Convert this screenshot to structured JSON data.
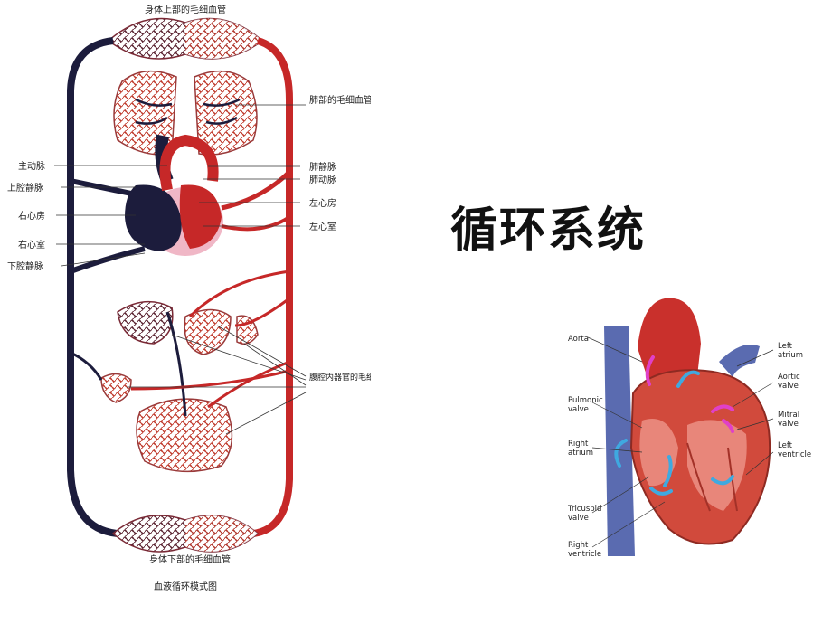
{
  "slide": {
    "title": "循环系统"
  },
  "circulation_diagram": {
    "top_label": "身体上部的毛细血管",
    "bottom_label": "身体下部的毛细血管",
    "caption": "血液循环模式图",
    "left_labels": {
      "aorta": "主动脉",
      "superior_vena_cava": "上腔静脉",
      "right_atrium": "右心房",
      "right_ventricle": "右心室",
      "inferior_vena_cava": "下腔静脉"
    },
    "right_labels": {
      "lung_capillaries": "肺部的毛细血管",
      "pulmonary_vein": "肺静脉",
      "pulmonary_artery": "肺动脉",
      "left_atrium": "左心房",
      "left_ventricle": "左心室",
      "abdominal_capillaries": "腹腔内器官的毛细血管"
    },
    "colors": {
      "arterial": "#c62828",
      "venous": "#1c1c3c",
      "pericardium": "#f0b7c6"
    }
  },
  "heart_diagram": {
    "labels": {
      "aorta": "Aorta",
      "pulmonic_valve_1": "Pulmonic",
      "pulmonic_valve_2": "valve",
      "right_atrium_1": "Right",
      "right_atrium_2": "atrium",
      "tricuspid_valve_1": "Tricuspid",
      "tricuspid_valve_2": "valve",
      "right_ventricle_1": "Right",
      "right_ventricle_2": "ventricle",
      "left_atrium_1": "Left",
      "left_atrium_2": "atrium",
      "aortic_valve_1": "Aortic",
      "aortic_valve_2": "valve",
      "mitral_valve_1": "Mitral",
      "mitral_valve_2": "valve",
      "left_ventricle_1": "Left",
      "left_ventricle_2": "ventricle"
    },
    "colors": {
      "muscle": "#d14a3c",
      "vena": "#5a6bb0",
      "flow_blue": "#3fa9e0",
      "flow_pink": "#e040c8"
    }
  }
}
